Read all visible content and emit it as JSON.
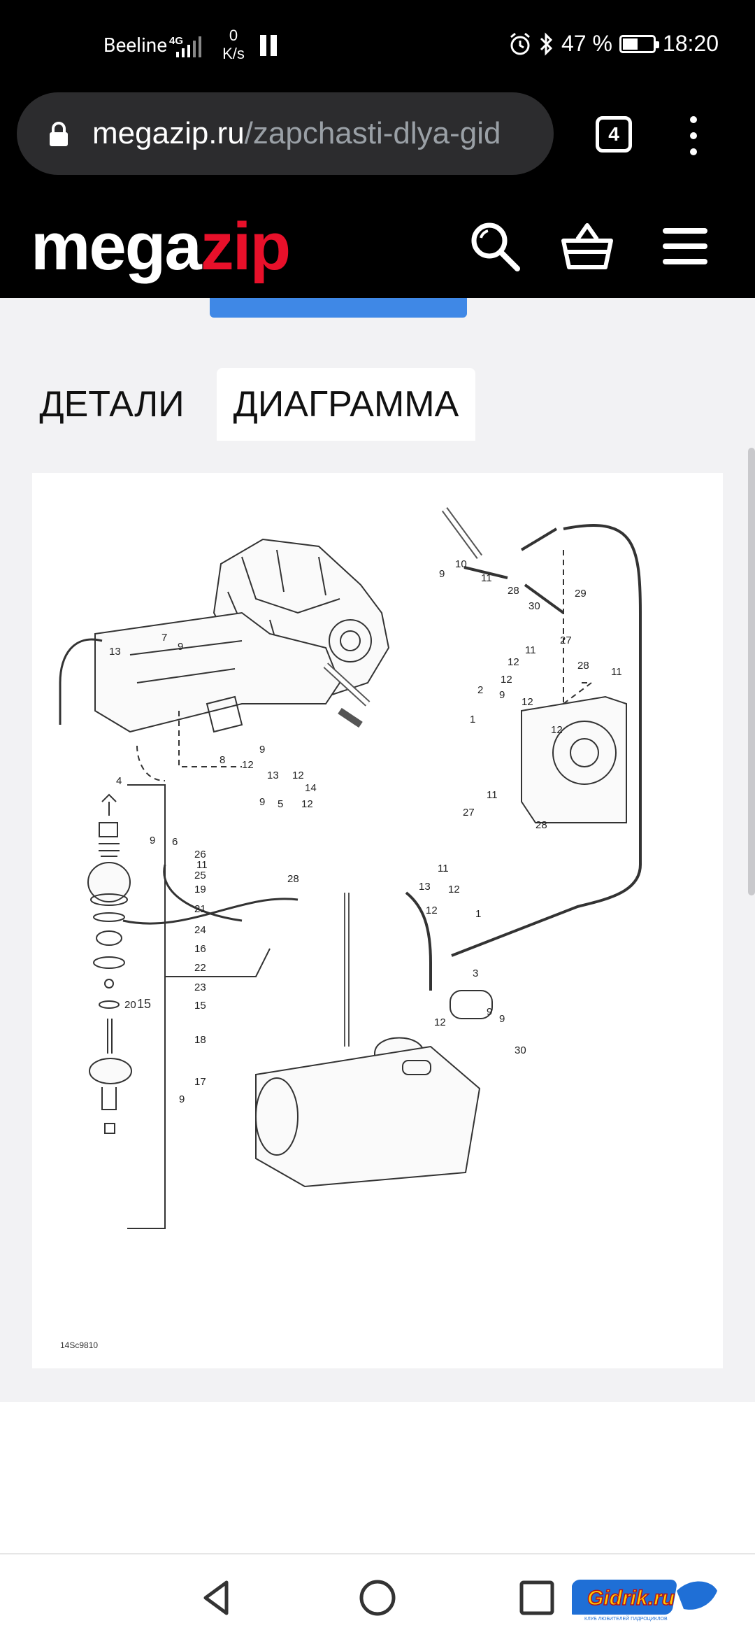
{
  "status_bar": {
    "carrier": "Beeline",
    "network": "4G",
    "speed_value": "0",
    "speed_unit": "K/s",
    "battery_percent": "47 %",
    "battery_level": 0.47,
    "time": "18:20",
    "icons": [
      "signal-icon",
      "pause-icon",
      "alarm-icon",
      "bluetooth-icon",
      "battery-icon"
    ]
  },
  "browser": {
    "url_domain": "megazip.ru",
    "url_path": "/zapchasti-dlya-gid",
    "tab_count": "4"
  },
  "site_header": {
    "logo_part1": "mega",
    "logo_part2": "zip",
    "brand_color": "#e8102a",
    "icons": [
      "search-icon",
      "basket-icon",
      "hamburger-menu-icon"
    ]
  },
  "tabs": [
    {
      "label": "ДЕТАЛИ",
      "active": false
    },
    {
      "label": "ДИАГРАММА",
      "active": true
    }
  ],
  "diagram": {
    "code": "14Sc9810",
    "callouts": [
      "9",
      "10",
      "11",
      "28",
      "29",
      "30",
      "27",
      "11",
      "28",
      "11",
      "12",
      "7",
      "9",
      "13",
      "12",
      "2",
      "9",
      "12",
      "1",
      "12",
      "4",
      "9",
      "8",
      "12",
      "13",
      "12",
      "14",
      "9",
      "5",
      "12",
      "11",
      "27",
      "28",
      "9",
      "6",
      "11",
      "28",
      "11",
      "12",
      "1",
      "13",
      "12",
      "3",
      "9",
      "12",
      "9",
      "30",
      "26",
      "25",
      "19",
      "21",
      "24",
      "16",
      "22",
      "23",
      "15",
      "20",
      "18",
      "17",
      "9"
    ]
  },
  "nav_bar": {
    "icons": [
      "back-icon",
      "home-icon",
      "recents-icon"
    ],
    "watermark": "Gidrik.ru",
    "watermark_sub": "КЛУБ ЛЮБИТЕЛЕЙ ГИДРОЦИКЛОВ"
  }
}
